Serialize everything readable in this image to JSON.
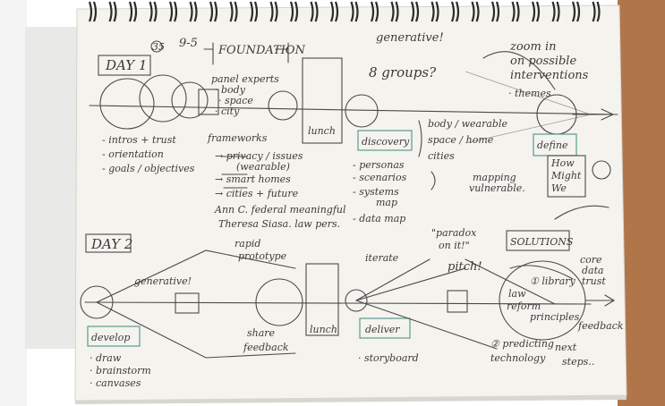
{
  "notebook": {
    "page_number": "35",
    "date": "9-5",
    "heading": "FOUNDATION",
    "day1": {
      "label": "DAY 1",
      "panel": [
        "panel experts",
        "· body",
        "· space",
        "· city"
      ],
      "left_list": [
        "- intros + trust",
        "- orientation",
        "- goals / objectives"
      ],
      "frameworks": [
        "frameworks",
        "→ privacy / issues",
        "(wearable)",
        "→ smart homes",
        "→ cities + future"
      ],
      "footnote": [
        "Ann C. federal meaningful",
        "Theresa Siasa. law pers."
      ],
      "lunch": "lunch",
      "discovery": "discovery",
      "personas": [
        "- personas",
        "- scenarios",
        "- systems",
        "map",
        "- data map"
      ],
      "branches": [
        "body / wearable",
        "space / home",
        "cities"
      ],
      "mapping": [
        "mapping",
        "vulnerable."
      ],
      "define": "define",
      "hmw": [
        "How",
        "Might",
        "We"
      ]
    },
    "top_right": {
      "generative": "generative!",
      "groups": "8 groups?",
      "zoom": [
        "zoom in",
        "on possible",
        "interventions"
      ],
      "themes": "· themes"
    },
    "day2": {
      "label": "DAY 2",
      "generative": "generative!",
      "rapid": [
        "rapid",
        "prototype"
      ],
      "iterate": "iterate",
      "pitch": "pitch!",
      "paradox": [
        "\"paradox",
        "on it!\""
      ],
      "solutions": "SOLUTIONS",
      "develop": "develop",
      "develop_list": [
        "· draw",
        "· brainstorm",
        "· canvases"
      ],
      "share": [
        "share",
        "feedback"
      ],
      "lunch": "lunch",
      "deliver": "deliver",
      "storyboard": "· storyboard",
      "circle_notes": [
        "① library",
        "law",
        "reform",
        "principles"
      ],
      "predicting": [
        "② predicting",
        "technology"
      ],
      "next_steps": [
        "next",
        "steps.."
      ],
      "feedback": "feedback",
      "core": [
        "core",
        "data",
        "trust"
      ]
    }
  }
}
